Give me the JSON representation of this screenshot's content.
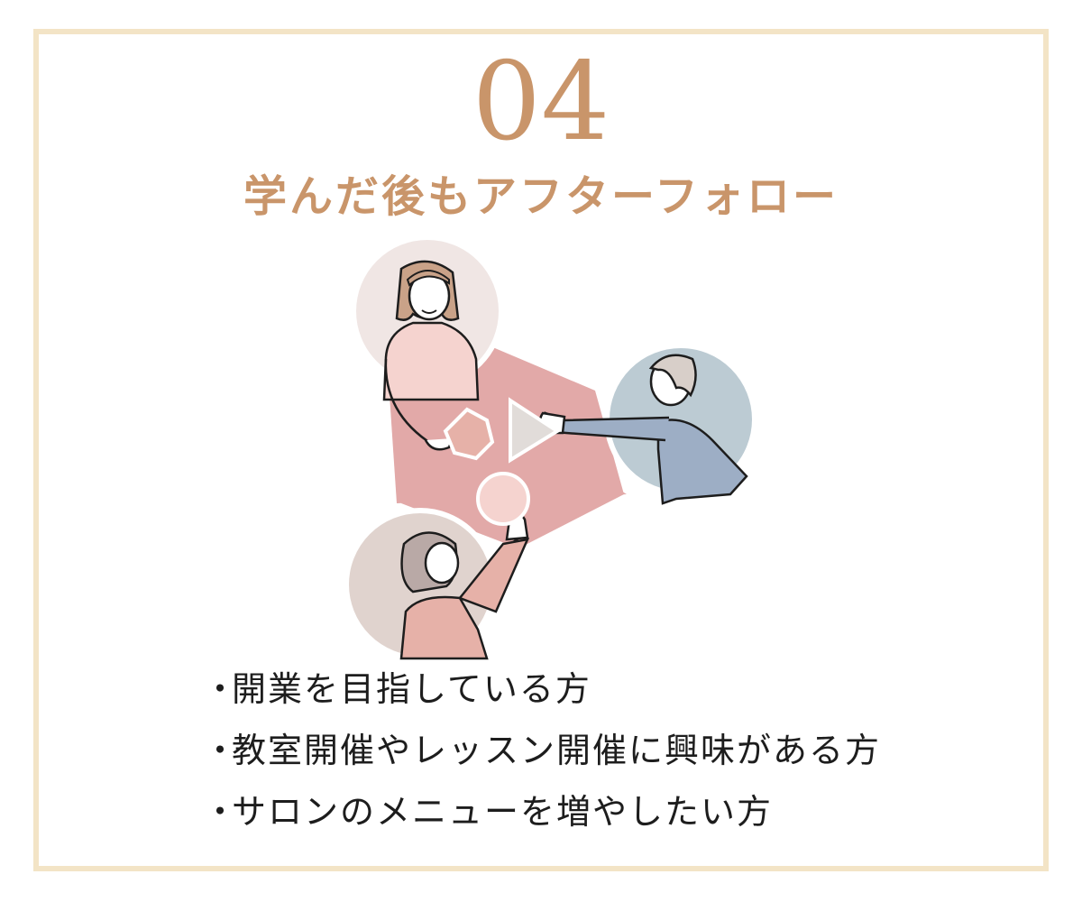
{
  "number": "04",
  "heading": "学んだ後もアフターフォロー",
  "bullets": [
    {
      "marker": "・",
      "text": "開業を目指している方"
    },
    {
      "marker": "・",
      "text": "教室開催やレッスン開催に興味がある方"
    },
    {
      "marker": "・",
      "text": "サロンのメニューを増やしたい方"
    }
  ],
  "colors": {
    "accent": "#c9956a",
    "frame": "#f3e4c6",
    "triangle": "#e2a9a8",
    "circle_top": "#f0e6e4",
    "circle_right": "#bccbd3",
    "circle_bottom": "#e0d3ce",
    "text": "#1d1d1d"
  },
  "illustration": {
    "icons": [
      "woman-person-icon",
      "man-person-icon",
      "older-woman-person-icon",
      "hexagon-shape-icon",
      "triangle-shape-icon",
      "circle-shape-icon"
    ]
  }
}
